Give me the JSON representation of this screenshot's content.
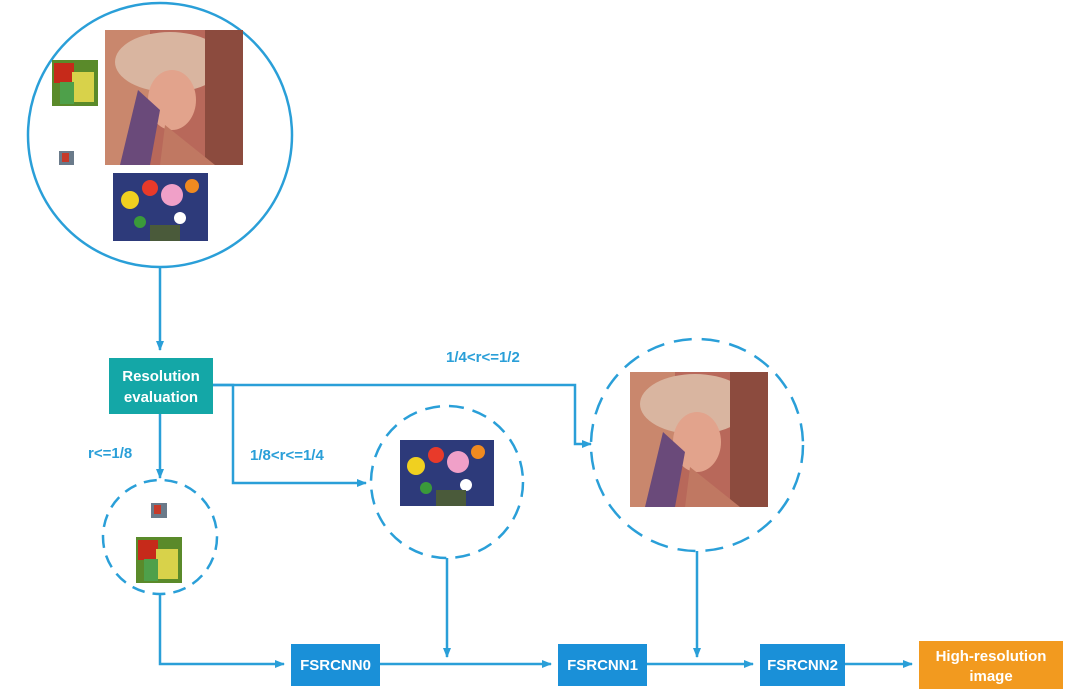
{
  "diagram": {
    "nodes": {
      "resolution_eval": {
        "line1": "Resolution",
        "line2": "evaluation"
      },
      "fsrcnn0": {
        "label": "FSRCNN0"
      },
      "fsrcnn1": {
        "label": "FSRCNN1"
      },
      "fsrcnn2": {
        "label": "FSRCNN2"
      },
      "output": {
        "line1": "High-resolution",
        "line2": "image"
      }
    },
    "conditions": {
      "low": "r<=1/8",
      "mid": "1/8<r<=1/4",
      "high": "1/4<r<=1/2"
    }
  },
  "colors": {
    "arrow": "#2a9fd8",
    "eval_box": "#14a7a7",
    "fsrcnn_box": "#1a90d8",
    "output_box": "#f29a1f",
    "condition_text": "#2a9fd8"
  }
}
